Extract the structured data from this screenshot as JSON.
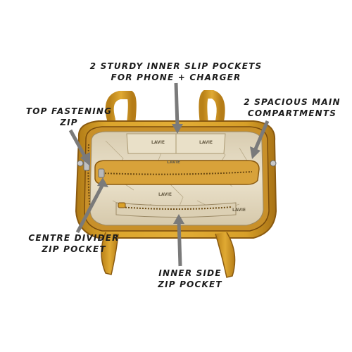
{
  "labels": {
    "inner_slip_pockets": [
      "2 STURDY INNER SLIP POCKETS",
      "FOR PHONE + CHARGER"
    ],
    "top_fastening_zip": [
      "TOP FASTENING",
      "ZIP"
    ],
    "main_compartments": [
      "2 SPACIOUS MAIN",
      "COMPARTMENTS"
    ],
    "centre_divider": [
      "CENTRE DIVIDER",
      "ZIP POCKET"
    ],
    "inner_side_zip": [
      "INNER SIDE",
      "ZIP POCKET"
    ]
  },
  "lining_brand_marks": [
    "LAVIE",
    "LAVIE",
    "LAVIE",
    "LAVIE",
    "LAVIE"
  ],
  "colors": {
    "bag_mustard": "#d9a12a",
    "bag_dark": "#8a5a10",
    "lining": "#e6dcc4",
    "arrow": "#7a7a7a",
    "text": "#1c1c1c"
  }
}
